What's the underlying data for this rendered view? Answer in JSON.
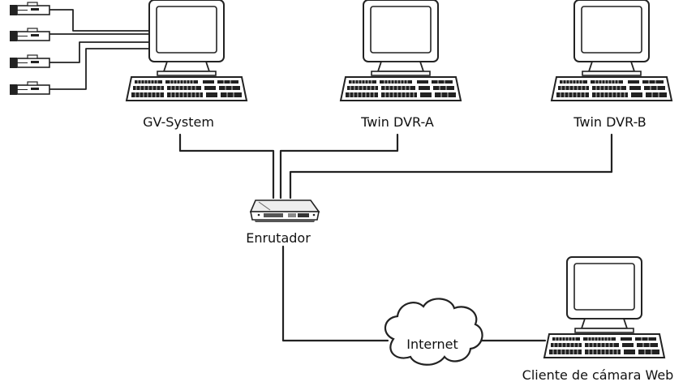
{
  "diagram": {
    "type": "network-topology",
    "nodes": {
      "gv_system": {
        "label": "GV-System",
        "icon": "desktop-computer-icon"
      },
      "twin_dvr_a": {
        "label": "Twin DVR-A",
        "icon": "desktop-computer-icon"
      },
      "twin_dvr_b": {
        "label": "Twin DVR-B",
        "icon": "desktop-computer-icon"
      },
      "router": {
        "label": "Enrutador",
        "icon": "router-icon"
      },
      "internet": {
        "label": "Internet",
        "icon": "cloud-icon"
      },
      "web_client": {
        "label": "Cliente de cámara Web",
        "icon": "desktop-computer-icon"
      }
    },
    "cameras": [
      {
        "icon": "camera-icon"
      },
      {
        "icon": "camera-icon"
      },
      {
        "icon": "camera-icon"
      },
      {
        "icon": "camera-icon"
      }
    ],
    "links": [
      {
        "from": "GV-System",
        "to": "Enrutador"
      },
      {
        "from": "Twin DVR-A",
        "to": "Enrutador"
      },
      {
        "from": "Twin DVR-B",
        "to": "Enrutador"
      },
      {
        "from": "Enrutador",
        "to": "Internet"
      },
      {
        "from": "Internet",
        "to": "Cliente de cámara Web"
      }
    ]
  }
}
